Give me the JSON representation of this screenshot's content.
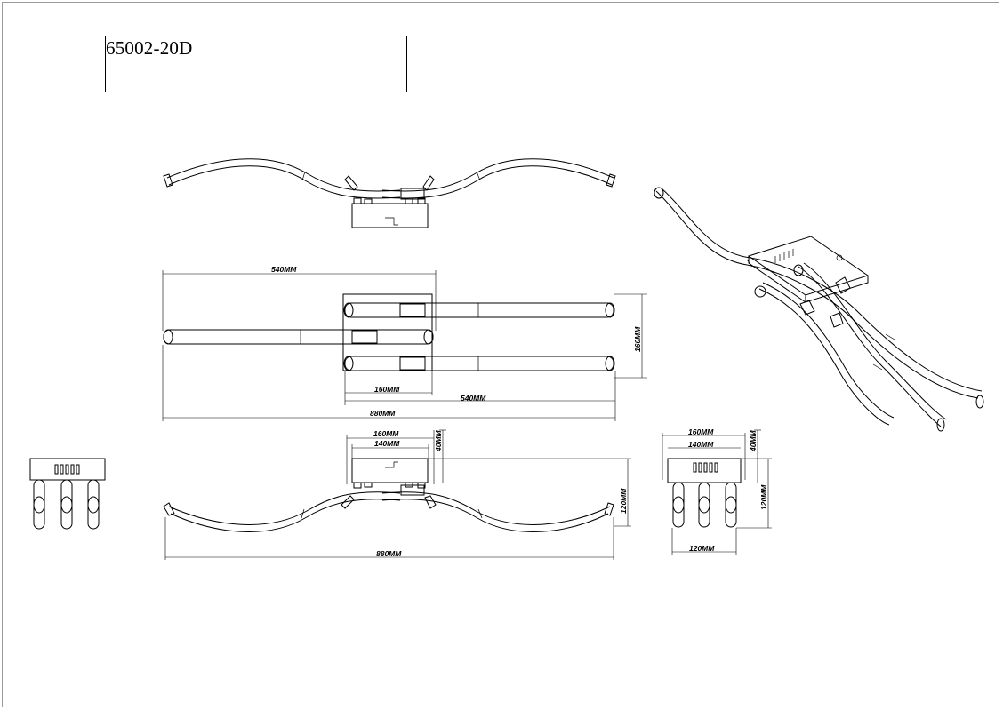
{
  "drawing": {
    "model_number": "65002-20D"
  },
  "dimensions": {
    "top_view": {
      "width_upper": "540MM",
      "bar_spacing": "160MM",
      "base_width": "160MM",
      "offset_lower": "540MM",
      "overall_width": "880MM"
    },
    "front_view": {
      "base_width": "160MM",
      "base_inner": "140MM",
      "base_height": "40MM",
      "overall_height": "120MM",
      "overall_width": "880MM"
    },
    "side_view": {
      "base_width": "160MM",
      "base_inner": "140MM",
      "base_height": "40MM",
      "overall_height": "120MM",
      "bars_width": "120MM"
    }
  }
}
